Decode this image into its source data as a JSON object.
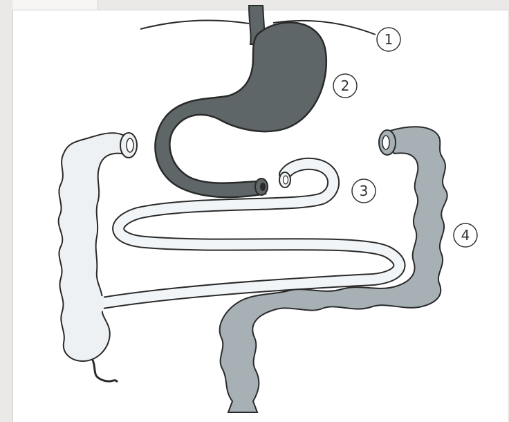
{
  "diagram": {
    "labels": [
      {
        "id": "1",
        "text": "1",
        "part": "diaphragm"
      },
      {
        "id": "2",
        "text": "2",
        "part": "stomach"
      },
      {
        "id": "3",
        "text": "3",
        "part": "small-intestine"
      },
      {
        "id": "4",
        "text": "4",
        "part": "colon"
      }
    ],
    "colors": {
      "stomach": "#5f6668",
      "colon": "#a7b1b5",
      "small_intestine": "#f2f5f7",
      "ascending_colon": "#eef1f3",
      "outline": "#2a2a2a"
    }
  }
}
